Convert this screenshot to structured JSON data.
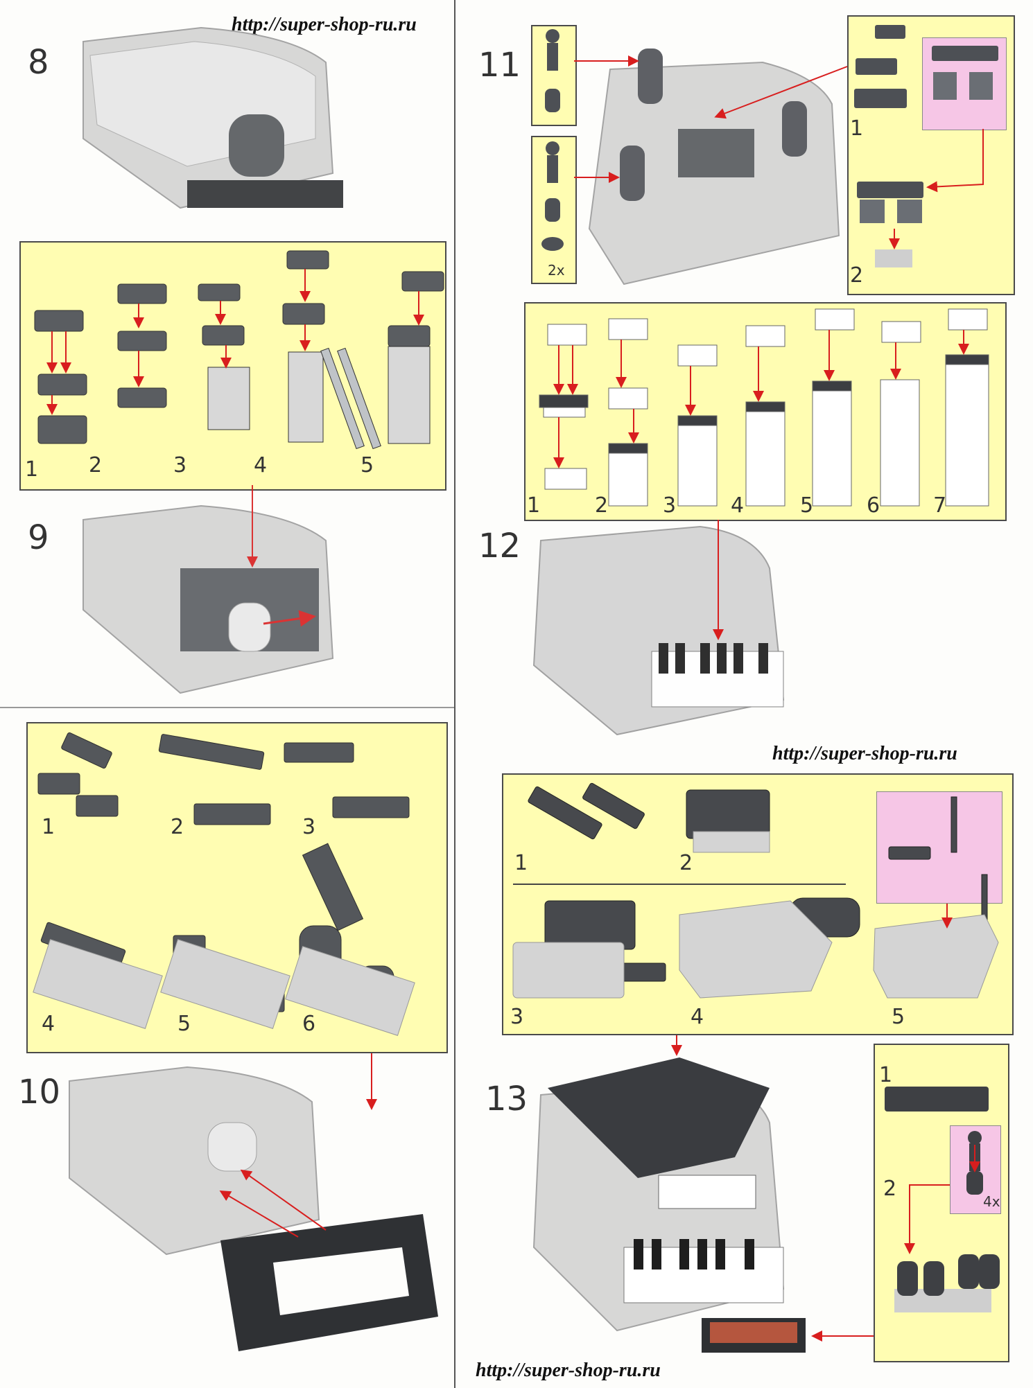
{
  "urls": [
    "http://super-shop-ru.ru",
    "http://super-shop-ru.ru",
    "http://super-shop-ru.ru"
  ],
  "steps": {
    "s8": "8",
    "s9": "9",
    "s10": "10",
    "s11": "11",
    "s12": "12",
    "s13": "13"
  },
  "panel_9_substeps": [
    "1",
    "2",
    "3",
    "4",
    "5"
  ],
  "panel_10_substeps": [
    "1",
    "2",
    "3",
    "4",
    "5",
    "6"
  ],
  "panel_11_substeps": [
    "1",
    "2"
  ],
  "panel_11_multiplier": "2x",
  "panel_12_substeps": [
    "1",
    "2",
    "3",
    "4",
    "5",
    "6",
    "7"
  ],
  "panel_13_substeps": [
    "1",
    "2",
    "3",
    "4",
    "5"
  ],
  "panel_13b_substeps": [
    "1",
    "2"
  ],
  "panel_13b_multiplier": "4x",
  "colors": {
    "panel": "#fffdb2",
    "pink": "#f6c6e6",
    "arrow": "#d81e1e",
    "dark_brick": "#4a4d52",
    "ghost": "#c9c9c9"
  }
}
